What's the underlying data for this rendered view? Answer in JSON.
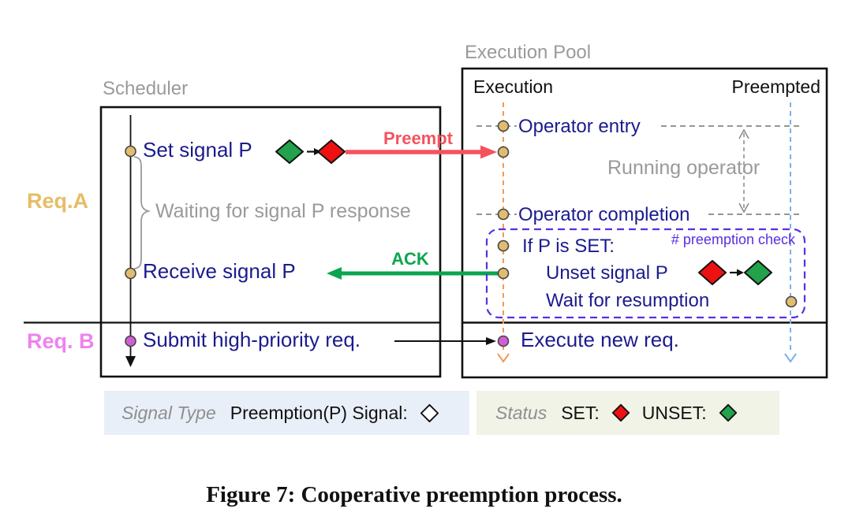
{
  "figure_caption": "Figure 7: Cooperative preemption process.",
  "colors": {
    "navy_text": "#1b1b8e",
    "gray_label": "#9a9a9a",
    "preempt_red": "#f4535e",
    "ack_green": "#0aa64f",
    "diamond_red": "#ee1111",
    "diamond_green": "#21a24b",
    "lane_orange": "#f09a56",
    "lane_blue": "#7db0e8",
    "purple": "#5a2ee2",
    "dot_tan": "#e2bc6e",
    "dot_magenta": "#d15fd4",
    "req_a_color": "#e6bd66",
    "req_b_color": "#ee82ee",
    "legend_blue_bg": "#e9eff8",
    "legend_green_bg": "#f0f3e6"
  },
  "scheduler": {
    "title": "Scheduler",
    "req_a": "Req.A",
    "req_b": "Req. B",
    "set_signal": "Set signal P",
    "waiting": "Waiting for signal P response",
    "receive_signal": "Receive signal P",
    "submit": "Submit high-priority req."
  },
  "arrows": {
    "preempt": "Preempt",
    "ack": "ACK"
  },
  "execution_pool": {
    "title": "Execution Pool",
    "col_execution": "Execution",
    "col_preempted": "Preempted",
    "operator_entry": "Operator entry",
    "running_operator": "Running operator",
    "operator_completion": "Operator completion",
    "if_p_set": "If P is SET:",
    "preemption_check": "# preemption check",
    "unset_signal": "Unset signal P",
    "wait_resumption": "Wait for resumption",
    "execute_new": "Execute new req."
  },
  "legend": {
    "signal_type_label": "Signal Type",
    "signal_type_text": "Preemption(P) Signal:",
    "status_label": "Status",
    "set_label": "SET:",
    "unset_label": "UNSET:"
  }
}
